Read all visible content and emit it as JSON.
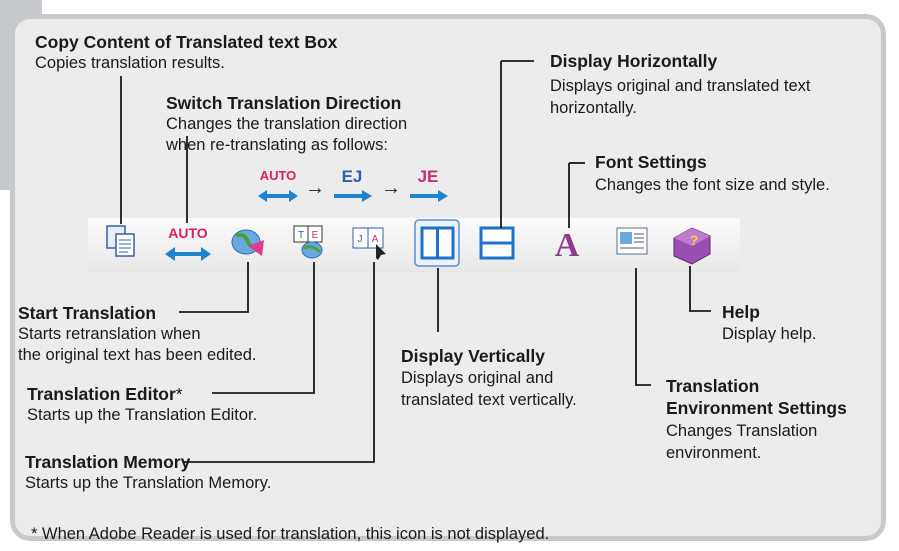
{
  "callouts": {
    "copy": {
      "title": "Copy Content of Translated text Box",
      "desc": "Copies translation results."
    },
    "switch": {
      "title": "Switch Translation Direction",
      "desc1": "Changes the translation direction",
      "desc2": "when re-translating as follows:"
    },
    "horiz": {
      "title": "Display Horizontally",
      "desc1": "Displays original and translated text",
      "desc2": "horizontally."
    },
    "font": {
      "title": "Font Settings",
      "desc": "Changes the font size and style."
    },
    "start": {
      "title": "Start Translation",
      "desc1": "Starts retranslation when",
      "desc2": "the original text has been edited."
    },
    "editor": {
      "title": "Translation Editor",
      "star": "*",
      "desc": "Starts up the Translation Editor."
    },
    "memory": {
      "title": "Translation Memory",
      "desc": "Starts up the Translation Memory."
    },
    "vert": {
      "title": "Display Vertically",
      "desc1": "Displays original and",
      "desc2": "translated text vertically."
    },
    "env": {
      "title1": "Translation",
      "title2": "Environment Settings",
      "desc1": "Changes Translation",
      "desc2": "environment."
    },
    "help": {
      "title": "Help",
      "desc": "Display help."
    }
  },
  "sequence": {
    "a": "AUTO",
    "b": "EJ",
    "c": "JE",
    "arrow": "→"
  },
  "footnote": "* When Adobe Reader is used for translation, this icon is not displayed.",
  "icons": [
    "copy-icon",
    "auto-direction-icon",
    "start-translation-icon",
    "translation-editor-icon",
    "translation-memory-icon",
    "vertical-layout-icon",
    "horizontal-layout-icon",
    "font-icon",
    "environment-settings-icon",
    "help-icon"
  ]
}
